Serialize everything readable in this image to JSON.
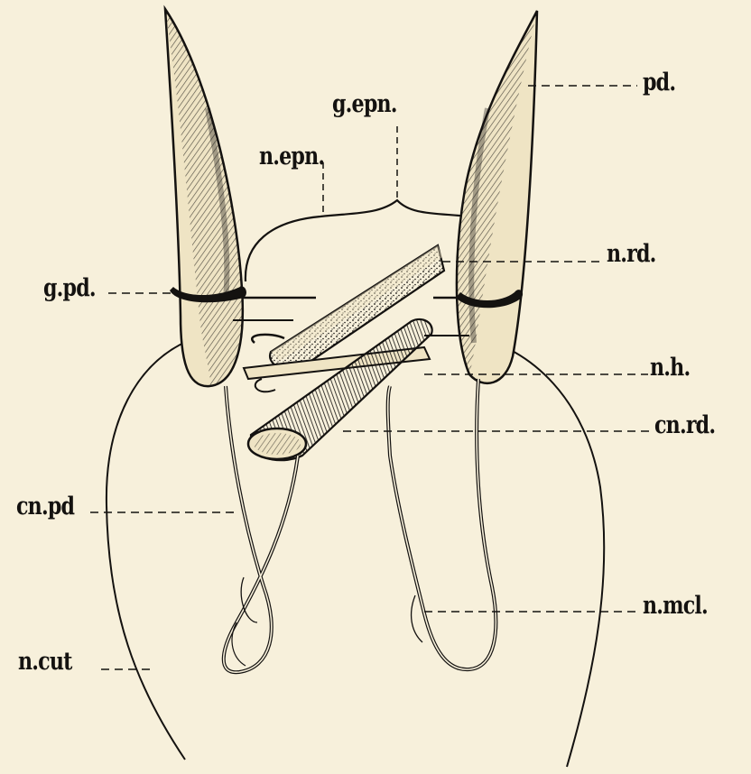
{
  "labels": {
    "pd": "pd.",
    "g_epn": "g.epn.",
    "n_epn": "n.epn.",
    "n_rd": "n.rd.",
    "g_pd": "g.pd.",
    "n_h": "n.h.",
    "cn_rd": "cn.rd.",
    "cn_pd": "cn.pd",
    "n_mcl": "n.mcl.",
    "n_cut": "n.cut"
  },
  "colors": {
    "background": "#f7f0db",
    "ink": "#141210"
  }
}
